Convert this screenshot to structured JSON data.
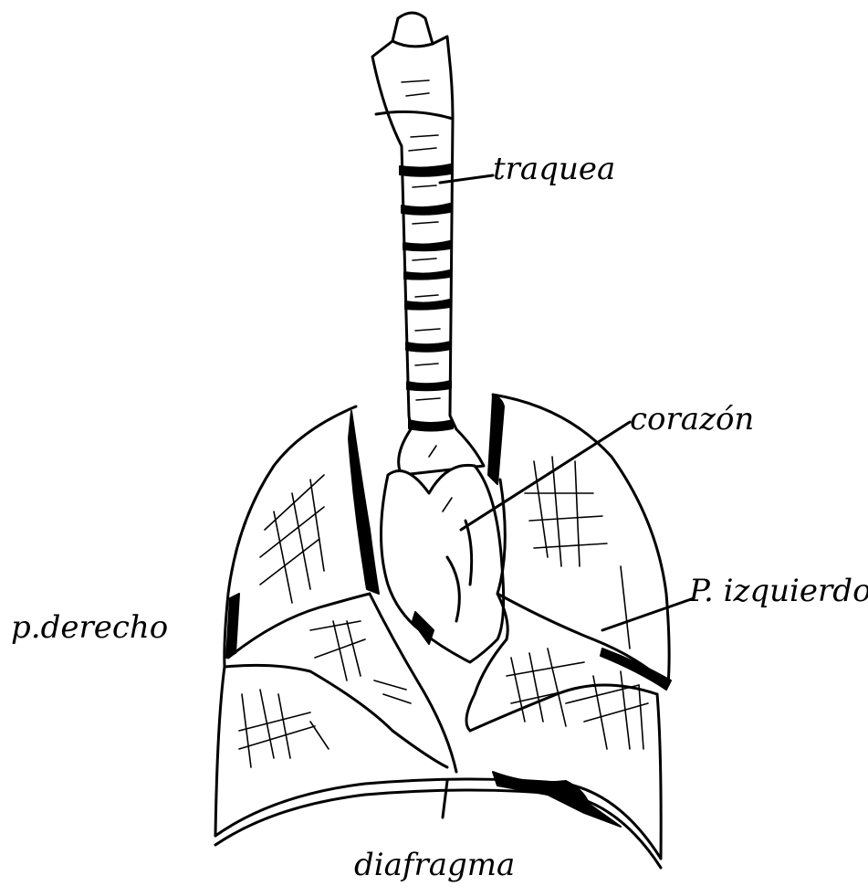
{
  "labels": {
    "trachea": "traquea",
    "heart": "corazón",
    "left_lung": "P. izquierdo",
    "right_lung": "p.derecho",
    "diaphragm": "diafragma"
  }
}
